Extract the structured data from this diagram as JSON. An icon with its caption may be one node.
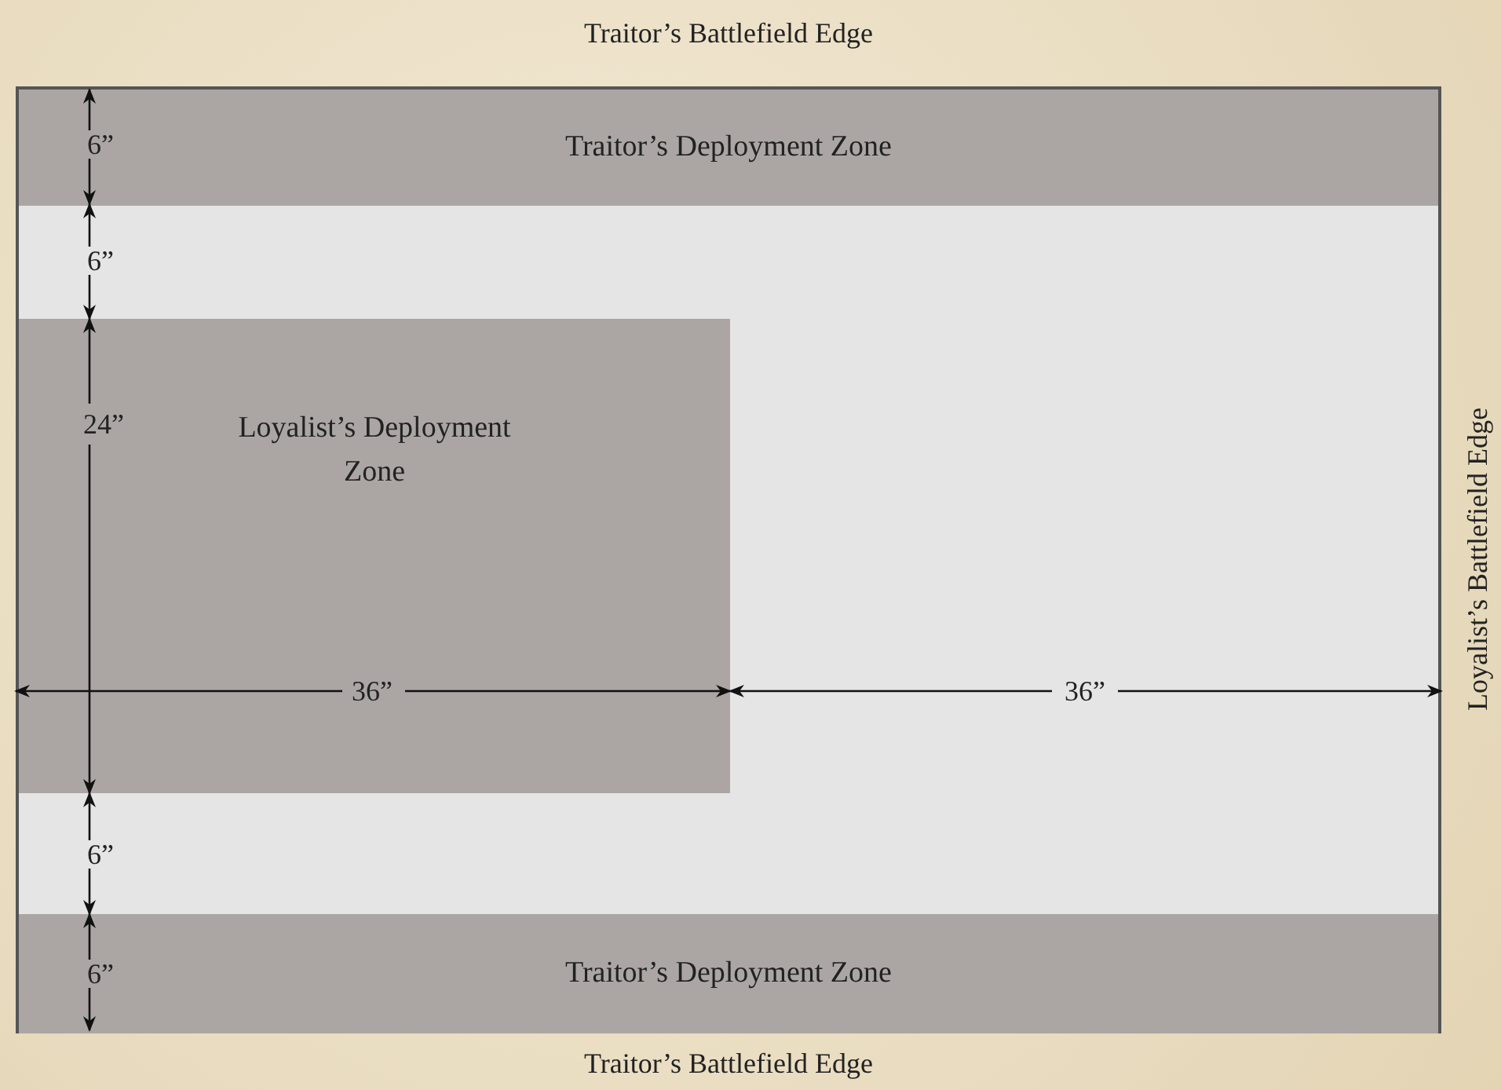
{
  "diagram": {
    "nodes": [
      {
        "text": [],
        "shape": "box"
      },
      {
        "text": [
          "Traitor’s Deployment Zone"
        ],
        "in": 0
      },
      {
        "text": [
          "Loyalist’s Deployment Zone"
        ],
        "in": 0
      },
      {
        "text": [
          "Traitor’s Deployment Zone"
        ],
        "in": 0
      }
    ],
    "edges": [],
    "labels": [
      "Traitor’s Battlefield Edge",
      "6”",
      "6”",
      "24”",
      "36”",
      "36”",
      "Loyalist’s Battlefield Edge",
      "6”",
      "6”",
      "Traitor’s Battlefield Edge"
    ]
  }
}
